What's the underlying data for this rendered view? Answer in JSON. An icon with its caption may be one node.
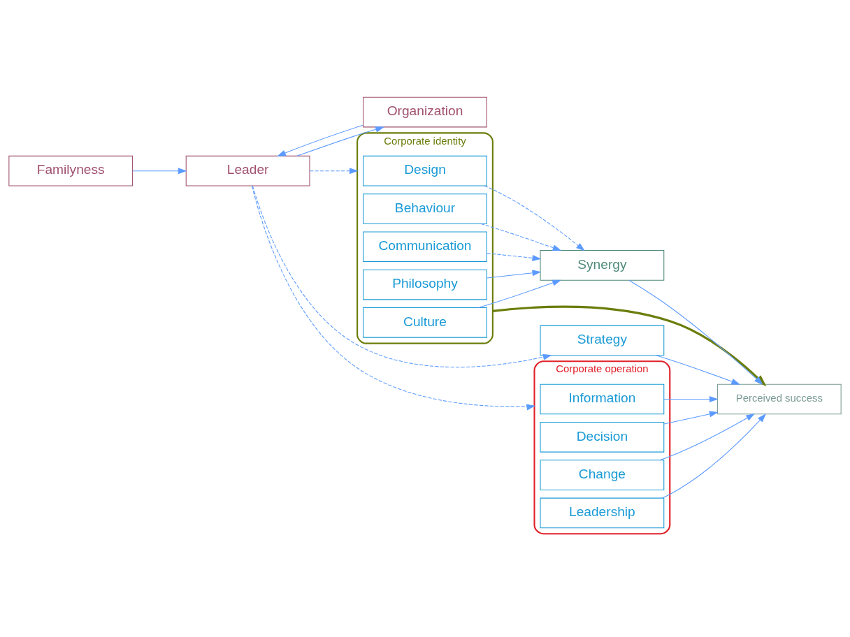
{
  "diagram": {
    "nodes": [
      {
        "text": [
          "Familyness"
        ]
      },
      {
        "text": [
          "Leader"
        ]
      },
      {
        "text": [
          "Organization"
        ]
      },
      {
        "text": [
          "Corporate identity"
        ]
      },
      {
        "text": [
          "Design"
        ],
        "in": 3
      },
      {
        "text": [
          "Behaviour"
        ],
        "in": 3
      },
      {
        "text": [
          "Communication"
        ],
        "in": 3
      },
      {
        "text": [
          "Philosophy"
        ],
        "in": 3
      },
      {
        "text": [
          "Culture"
        ],
        "in": 3
      },
      {
        "text": [
          "Strategy"
        ]
      },
      {
        "text": [
          "Corporate operation"
        ]
      },
      {
        "text": [
          "Information"
        ],
        "in": 10
      },
      {
        "text": [
          "Decision"
        ],
        "in": 10
      },
      {
        "text": [
          "Change"
        ],
        "in": 10
      },
      {
        "text": [
          "Leadership"
        ],
        "in": 10
      },
      {
        "text": [
          "Synergy"
        ]
      },
      {
        "text": [
          "Perceived success"
        ]
      }
    ],
    "edges": [
      {
        "from": 0,
        "to": 1,
        "arrow": "to"
      },
      {
        "from": 1,
        "to": 2,
        "arrow": "to"
      },
      {
        "from": 2,
        "to": 1,
        "arrow": "to"
      },
      {
        "from": 1,
        "to": 3,
        "arrow": "to",
        "style": "dashed"
      },
      {
        "from": 1,
        "to": 9,
        "arrow": "to",
        "style": "dashed"
      },
      {
        "from": 1,
        "to": 10,
        "arrow": "to",
        "style": "dashed"
      },
      {
        "from": 4,
        "to": 15,
        "arrow": "to",
        "style": "dashed"
      },
      {
        "from": 5,
        "to": 15,
        "arrow": "to",
        "style": "dashed"
      },
      {
        "from": 6,
        "to": 15,
        "arrow": "to",
        "style": "dashed"
      },
      {
        "from": 7,
        "to": 15,
        "arrow": "to"
      },
      {
        "from": 8,
        "to": 15,
        "arrow": "to"
      },
      {
        "from": 3,
        "to": 16,
        "arrow": "to",
        "style": "thick",
        "color": "#6b7d0a"
      },
      {
        "from": 15,
        "to": 16,
        "arrow": "to"
      },
      {
        "from": 9,
        "to": 16,
        "arrow": "to"
      },
      {
        "from": 11,
        "to": 16,
        "arrow": "to"
      },
      {
        "from": 12,
        "to": 16,
        "arrow": "to"
      },
      {
        "from": 13,
        "to": 16,
        "arrow": "to"
      },
      {
        "from": 14,
        "to": 16,
        "arrow": "to"
      }
    ]
  }
}
